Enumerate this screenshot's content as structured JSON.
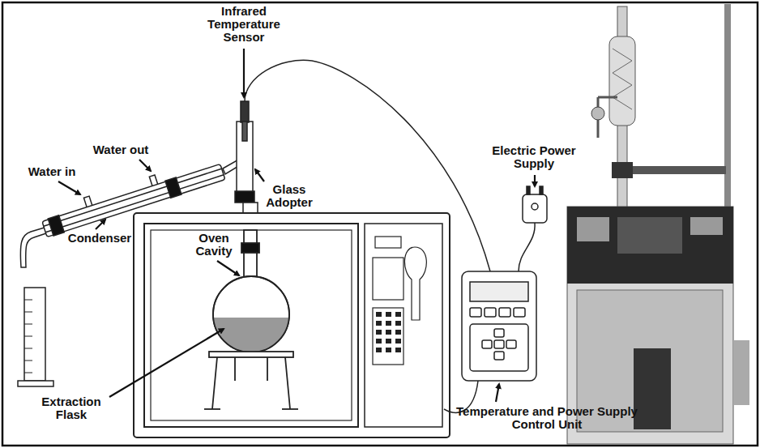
{
  "diagram": {
    "labels": [
      "Infrared Temperature Sensor",
      "Water out",
      "Water in",
      "Glass Adopter",
      "Condenser",
      "Oven Cavity",
      "Extraction Flask",
      "Electric Power Supply",
      "Temperature and Power Supply Control Unit"
    ]
  }
}
